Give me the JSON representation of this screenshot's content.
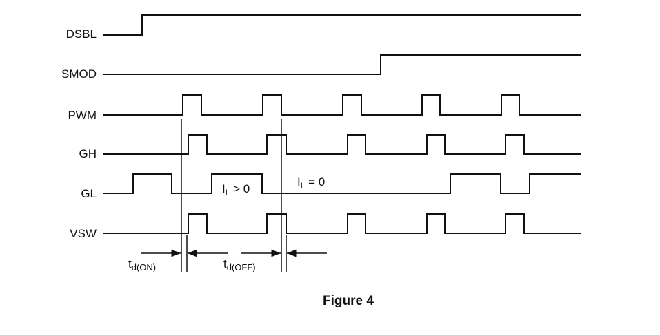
{
  "signals": {
    "dsbl": "DSBL",
    "smod": "SMOD",
    "pwm": "PWM",
    "gh": "GH",
    "gl": "GL",
    "vsw": "VSW"
  },
  "annotations": {
    "il_positive": {
      "main": "I",
      "sub": "L",
      "rest": " > 0"
    },
    "il_zero": {
      "main": "I",
      "sub": "L",
      "rest": " = 0"
    },
    "td_on": {
      "main": "t",
      "sub": "d(ON)"
    },
    "td_off": {
      "main": "t",
      "sub": "d(OFF)"
    }
  },
  "caption": "Figure 4"
}
